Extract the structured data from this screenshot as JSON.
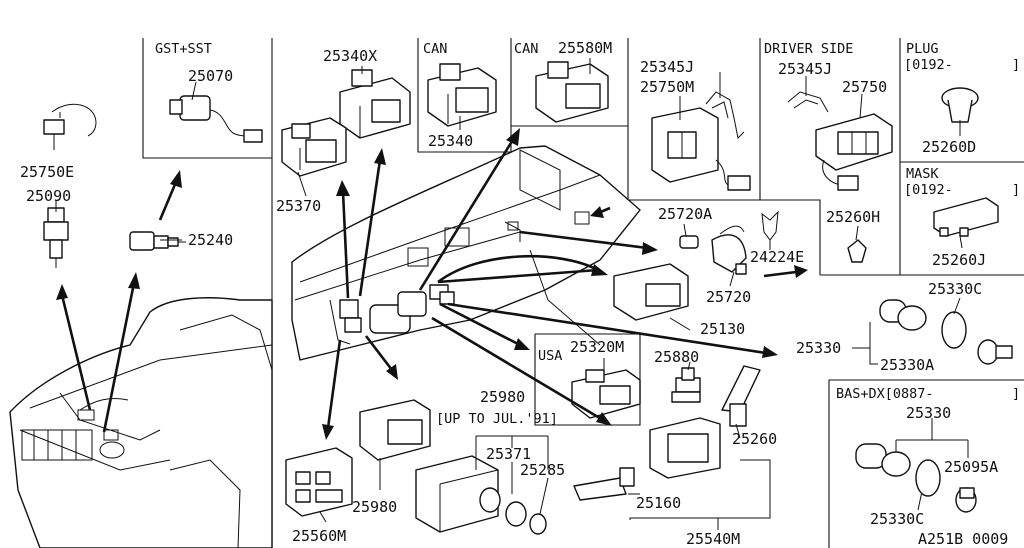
{
  "sections": {
    "gst_sst": "GST+SST",
    "can_left": "CAN",
    "can_right": "CAN",
    "driver_side": "DRIVER SIDE",
    "plug": "PLUG",
    "plug_date": "[0192-",
    "plug_bracket": "]",
    "mask": "MASK",
    "mask_date": "[0192-",
    "mask_bracket": "]",
    "usa": "USA",
    "bas_dx": "BAS+DX[0887-",
    "bas_dx_bracket": "]",
    "up_to": "[UP TO JUL.'91]"
  },
  "parts": {
    "p25750E": "25750E",
    "p25090": "25090",
    "p25070": "25070",
    "p25240": "25240",
    "p25340X": "25340X",
    "p25370": "25370",
    "p25340": "25340",
    "p25580M": "25580M",
    "p25345J_a": "25345J",
    "p25750M": "25750M",
    "p25345J_b": "25345J",
    "p25750": "25750",
    "p25260D": "25260D",
    "p25720A": "25720A",
    "p24224E": "24224E",
    "p25720": "25720",
    "p25260H": "25260H",
    "p25260J": "25260J",
    "p25130": "25130",
    "p25330C_a": "25330C",
    "p25330_a": "25330",
    "p25330A": "25330A",
    "p25320M": "25320M",
    "p25880": "25880",
    "p25980_top": "25980",
    "p25260": "25260",
    "p25371": "25371",
    "p25285": "25285",
    "p25980": "25980",
    "p25560M": "25560M",
    "p25160": "25160",
    "p25540M": "25540M",
    "p25330_b": "25330",
    "p25095A": "25095A",
    "p25330C_b": "25330C"
  },
  "diagram_code": "A251B 0009"
}
